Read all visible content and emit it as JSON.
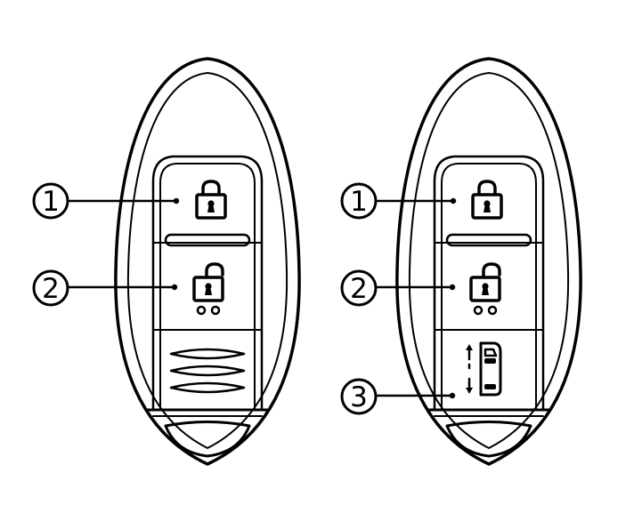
{
  "diagram": {
    "colors": {
      "stroke": "#000000",
      "background": "#ffffff"
    },
    "left_fob": {
      "buttons": [
        {
          "callout": "1",
          "icon": "lock-icon"
        },
        {
          "callout": "2",
          "icon": "unlock-icon"
        }
      ]
    },
    "right_fob": {
      "buttons": [
        {
          "callout": "1",
          "icon": "lock-icon"
        },
        {
          "callout": "2",
          "icon": "unlock-icon"
        },
        {
          "callout": "3",
          "icon": "sliding-door-icon"
        }
      ]
    }
  }
}
